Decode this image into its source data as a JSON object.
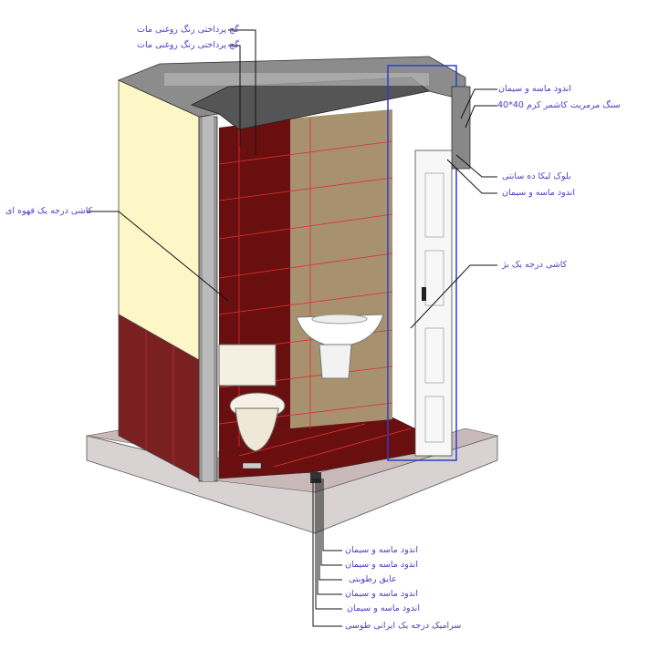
{
  "labels": {
    "top_1": "گچ پرداختی رنگ روغنی مات",
    "top_2": "گچ پرداختی رنگ روغنی مات",
    "right_1": "اندود ماسه و سیمان",
    "right_2": "سنگ مرمریت کاشمر کرم 40*40",
    "right_3": "بلوک لیکا ده سانتی",
    "right_4": "اندود ماسه و سیمان",
    "right_5": "کاشی درجه یک بژ",
    "left_1": "کاشی درجه یک قهوه ای",
    "bottom_1": "اندود ماسه و سیمان",
    "bottom_2": "اندود ماسه و سیمان",
    "bottom_3": "عایق رطوبتی",
    "bottom_4": "اندود ماسه و سیمان",
    "bottom_5": "اندود ماسه و سیمان",
    "bottom_6": "سرامیک درجه یک ایرانی طوسی"
  },
  "colors": {
    "label": "#4a3fc4",
    "brown_tile": "#6a0f0f",
    "beige_tile": "#a8916f",
    "yellow_wall": "#fdf7c8",
    "grid_line": "#e03030",
    "outline_blue": "#2a3fd0"
  }
}
